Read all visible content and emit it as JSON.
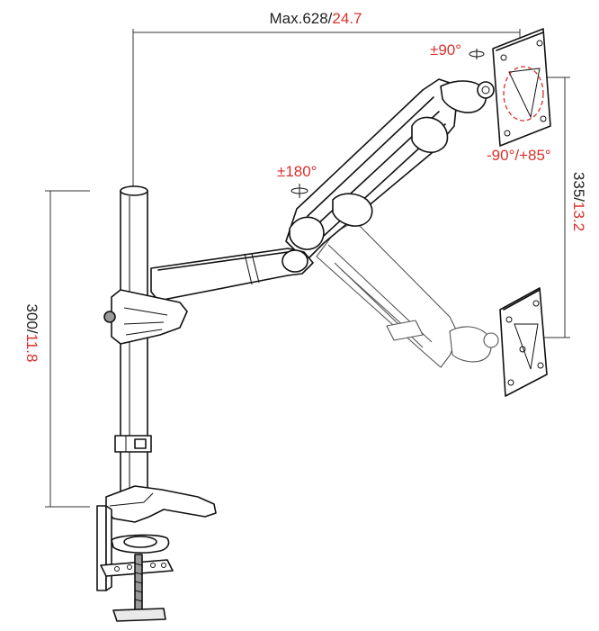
{
  "dimensions": {
    "max_reach": {
      "prefix": "Max.628/",
      "suffix": "24.7"
    },
    "pole_height": {
      "prefix": "300/",
      "suffix": "11.8"
    },
    "height_range": {
      "prefix": "335/",
      "suffix": "13.2"
    }
  },
  "rotations": {
    "swivel_top": "±90°",
    "swivel_joint": "±180°",
    "tilt": "-90°/+85°"
  },
  "colors": {
    "text": "#222222",
    "inch_values": "#d9302c",
    "line": "#111111"
  }
}
